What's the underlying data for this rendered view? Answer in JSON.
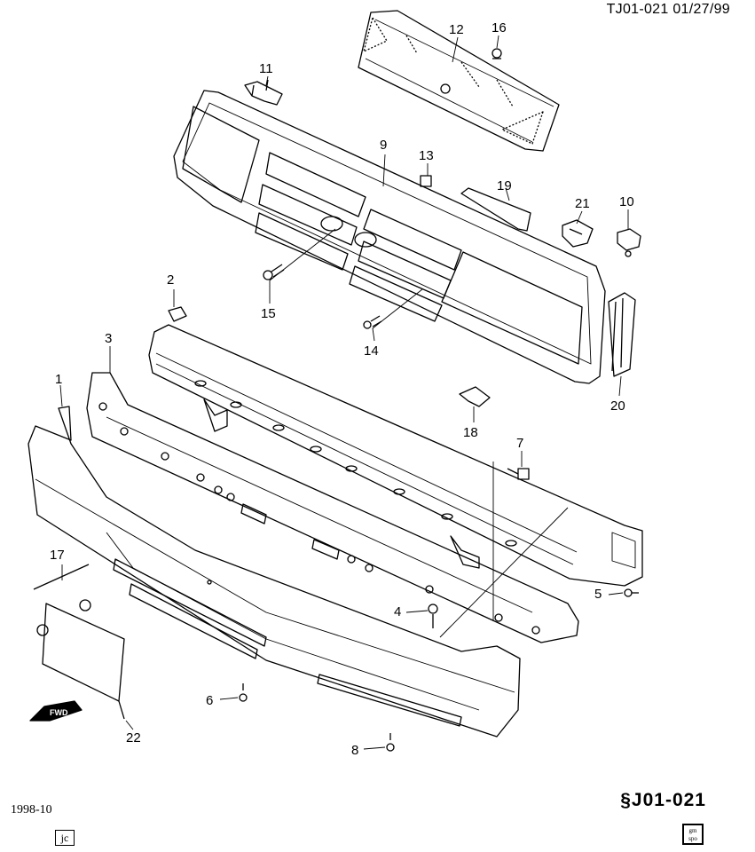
{
  "header": {
    "ref": "TJ01-021  01/27/99"
  },
  "footer": {
    "date": "1998-10",
    "jc_mark": "jc",
    "code": "J01-021",
    "gm_logo_text": "gm spo"
  },
  "fwd_label": "FWD",
  "callouts": [
    "1",
    "2",
    "3",
    "4",
    "5",
    "6",
    "7",
    "8",
    "9",
    "10",
    "11",
    "12",
    "13",
    "14",
    "15",
    "16",
    "17",
    "18",
    "19",
    "20",
    "21",
    "22"
  ]
}
